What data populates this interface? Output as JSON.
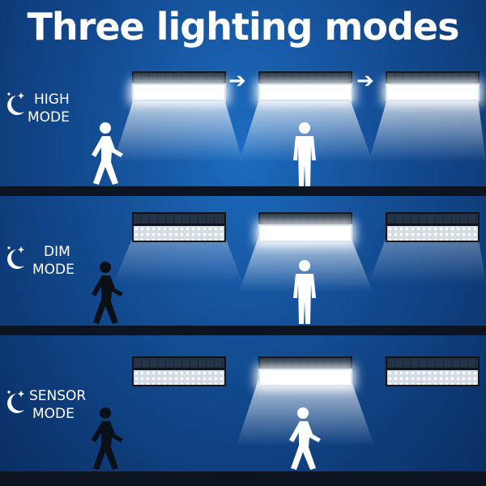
{
  "title": "Three lighting modes",
  "modes": [
    {
      "label_line1": "HIGH",
      "label_line2": "MODE",
      "icon": "moon-stars-icon"
    },
    {
      "label_line1": "DIM",
      "label_line2": "MODE",
      "icon": "moon-stars-icon"
    },
    {
      "label_line1": "SENSOR",
      "label_line2": "MODE",
      "icon": "moon-stars-icon"
    }
  ],
  "arrow_glyph": "➔",
  "colors": {
    "background": "#144f97",
    "ground": "#0b1420",
    "light": "#ffffff",
    "person_lit": "#ffffff",
    "person_dark": "#0b0f16"
  }
}
